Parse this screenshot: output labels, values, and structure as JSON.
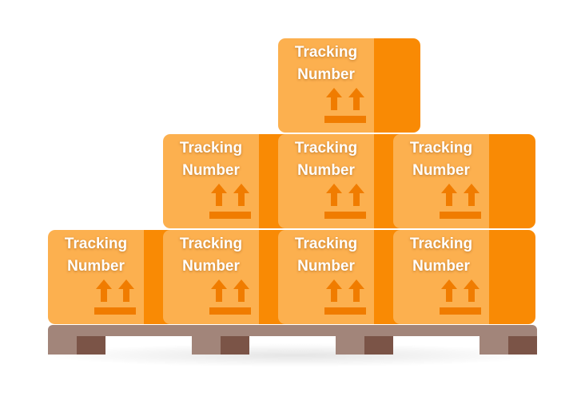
{
  "boxes": [
    {
      "line1": "Tracking",
      "line2": "Number"
    },
    {
      "line1": "Tracking",
      "line2": "Number"
    },
    {
      "line1": "Tracking",
      "line2": "Number"
    },
    {
      "line1": "Tracking",
      "line2": "Number"
    },
    {
      "line1": "Tracking",
      "line2": "Number"
    },
    {
      "line1": "Tracking",
      "line2": "Number"
    },
    {
      "line1": "Tracking",
      "line2": "Number"
    },
    {
      "line1": "Tracking",
      "line2": "Number"
    }
  ],
  "handling_symbol": "this-way-up-icon",
  "colors": {
    "box_light": "#fcb04f",
    "box_dark": "#f98a04",
    "symbol": "#f07c00",
    "pallet_light": "#a2857a",
    "pallet_dark": "#7b5447"
  }
}
